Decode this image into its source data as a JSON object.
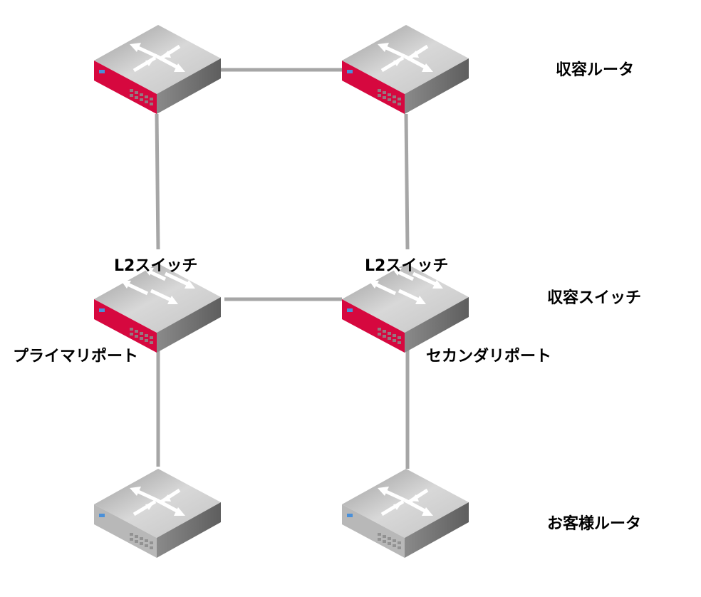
{
  "labels": {
    "access_router": "収容ルータ",
    "access_switch": "収容スイッチ",
    "customer_router": "お客様ルータ",
    "l2_switch_left": "L2スイッチ",
    "l2_switch_right": "L2スイッチ",
    "primary_port": "プライマリポート",
    "secondary_port": "セカンダリポート"
  },
  "colors": {
    "device_front_accent": "#d6083f",
    "device_front_customer": "#b8b8b8",
    "link": "#a6a6a6"
  },
  "devices": [
    {
      "id": "access-router-1",
      "type": "router",
      "role": "access"
    },
    {
      "id": "access-router-2",
      "type": "router",
      "role": "access"
    },
    {
      "id": "l2-switch-1",
      "type": "switch",
      "role": "access"
    },
    {
      "id": "l2-switch-2",
      "type": "switch",
      "role": "access"
    },
    {
      "id": "customer-router-1",
      "type": "router",
      "role": "customer"
    },
    {
      "id": "customer-router-2",
      "type": "router",
      "role": "customer"
    }
  ]
}
